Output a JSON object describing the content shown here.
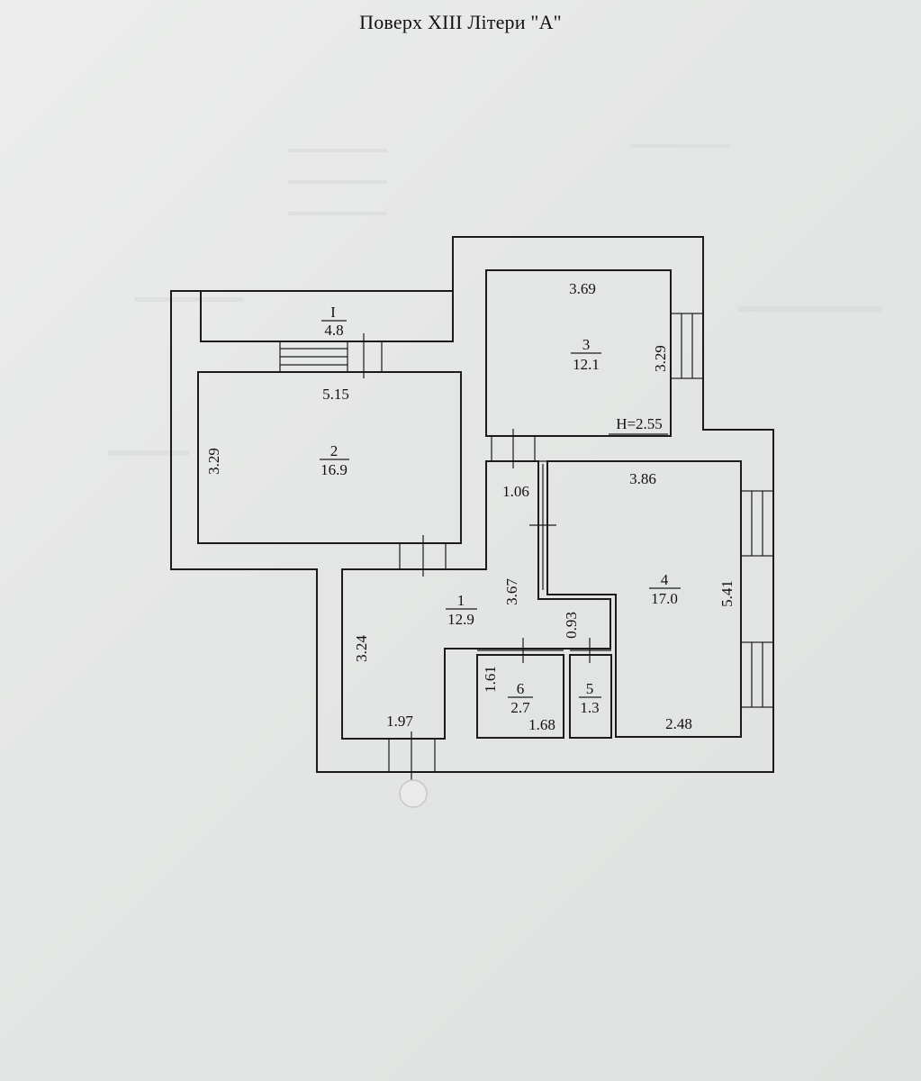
{
  "title": "Поверх XIII Літери \"А\"",
  "rooms": [
    {
      "id": "I",
      "number": "I",
      "area": "4.8"
    },
    {
      "id": "2",
      "number": "2",
      "area": "16.9"
    },
    {
      "id": "3",
      "number": "3",
      "area": "12.1"
    },
    {
      "id": "1",
      "number": "1",
      "area": "12.9"
    },
    {
      "id": "4",
      "number": "4",
      "area": "17.0"
    },
    {
      "id": "6",
      "number": "6",
      "area": "2.7"
    },
    {
      "id": "5",
      "number": "5",
      "area": "1.3"
    }
  ],
  "dimensions": {
    "room3_width": "3.69",
    "room3_height": "3.29",
    "ceiling_height": "Н=2.55",
    "room2_width": "5.15",
    "room2_height": "3.29",
    "corridor_width": "1.06",
    "room4_width": "3.86",
    "room1_height_right": "3.67",
    "room4_height": "5.41",
    "room1_height_left": "3.24",
    "room5_height": "0.93",
    "room6_height": "1.61",
    "room1_bottom": "1.97",
    "room6_width": "1.68",
    "room4_bottom": "2.48"
  }
}
